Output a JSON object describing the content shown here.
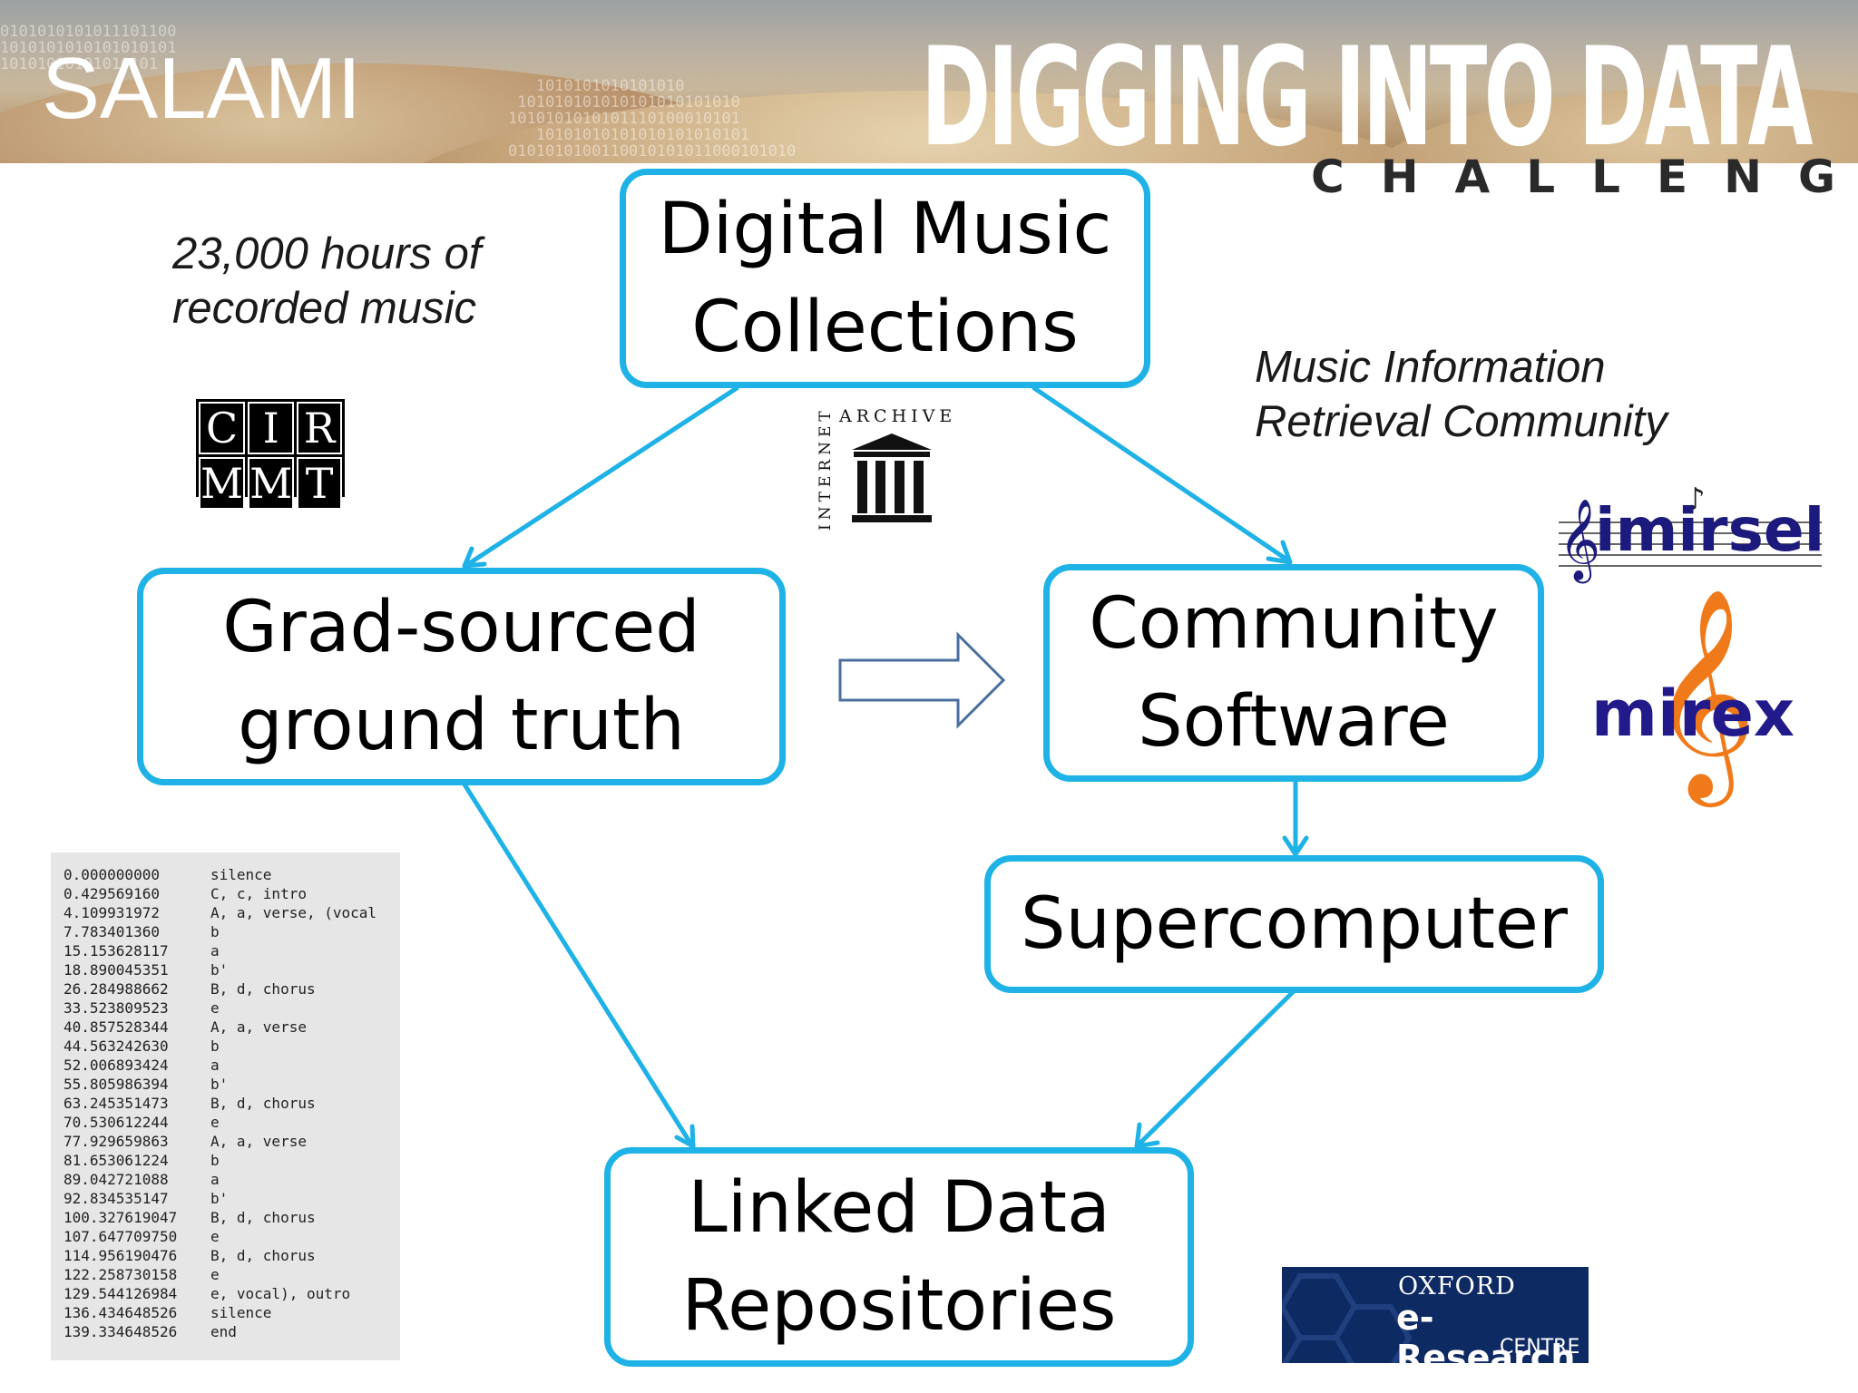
{
  "header": {
    "title": "SALAMI",
    "logo_title": "DIGGING INTO DATA",
    "logo_subtitle": "CHALLENGE"
  },
  "nodes": {
    "collections": [
      "Digital Music",
      "Collections"
    ],
    "ground_truth": [
      "Grad-sourced",
      "ground truth"
    ],
    "community_software": [
      "Community",
      "Software"
    ],
    "supercomputer": [
      "Supercomputer"
    ],
    "linked_data": [
      "Linked Data",
      "Repositories"
    ]
  },
  "notes": {
    "hours": [
      "23,000 hours of",
      "recorded music"
    ],
    "mir": [
      "Music Information",
      "Retrieval Community"
    ]
  },
  "logos": {
    "cirmmt": [
      "C",
      "I",
      "R",
      "M",
      "M",
      "T"
    ],
    "internet_archive_top": "ARCHIVE",
    "internet_archive_side": "INTERNET",
    "imirsel": "imirsel",
    "mirex": "mirex",
    "oxford_line1": "OXFORD",
    "oxford_line2": "e-Research",
    "oxford_line3": "CENTRE"
  },
  "annotation_rows": [
    [
      "0.000000000",
      "silence"
    ],
    [
      "0.429569160",
      "C, c, intro"
    ],
    [
      "4.109931972",
      "A, a, verse, (vocal"
    ],
    [
      "7.783401360",
      "b"
    ],
    [
      "15.153628117",
      "a"
    ],
    [
      "18.890045351",
      "b'"
    ],
    [
      "26.284988662",
      "B, d, chorus"
    ],
    [
      "33.523809523",
      "e"
    ],
    [
      "40.857528344",
      "A, a, verse"
    ],
    [
      "44.563242630",
      "b"
    ],
    [
      "52.006893424",
      "a"
    ],
    [
      "55.805986394",
      "b'"
    ],
    [
      "63.245351473",
      "B, d, chorus"
    ],
    [
      "70.530612244",
      "e"
    ],
    [
      "77.929659863",
      "A, a, verse"
    ],
    [
      "81.653061224",
      "b"
    ],
    [
      "89.042721088",
      "a"
    ],
    [
      "92.834535147",
      "b'"
    ],
    [
      "100.327619047",
      "B, d, chorus"
    ],
    [
      "107.647709750",
      "e"
    ],
    [
      "114.956190476",
      "B, d, chorus"
    ],
    [
      "122.258730158",
      "e"
    ],
    [
      "129.544126984",
      "e, vocal), outro"
    ],
    [
      "136.434648526",
      "silence"
    ],
    [
      "139.334648526",
      "end"
    ]
  ],
  "colors": {
    "box_border": "#1eb2e6",
    "hollow_arrow": "#4a6f9e",
    "imirsel_blue": "#1c1a7c",
    "clef_orange": "#f07a1a",
    "oxford_blue": "#0e2a63"
  }
}
